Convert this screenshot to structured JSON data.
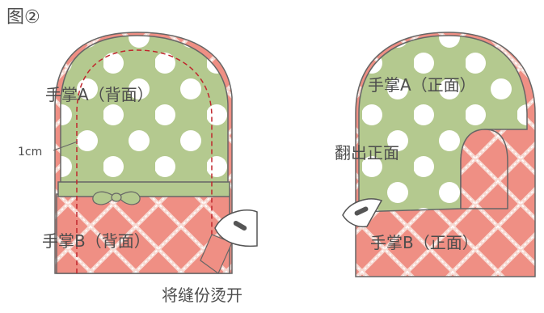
{
  "figure_label": "图②",
  "left_mitt": {
    "palm_a_label": "手掌A（背面）",
    "palm_b_label": "手掌B（背面）",
    "seam_allowance_label": "1cm",
    "iron_caption": "将缝份烫开"
  },
  "right_mitt": {
    "palm_a_label": "手掌A（正面）",
    "palm_b_label": "手掌B（正面）",
    "turn_label": "翻出正面"
  },
  "colors": {
    "green_fabric": "#b4c98f",
    "polka_dot": "#ffffff",
    "pink_fabric": "#ef8f84",
    "outline": "#666666",
    "seam_line": "#c0272d",
    "label_text": "#4d4d4d"
  },
  "icons": [
    "iron-icon",
    "bow-icon"
  ]
}
